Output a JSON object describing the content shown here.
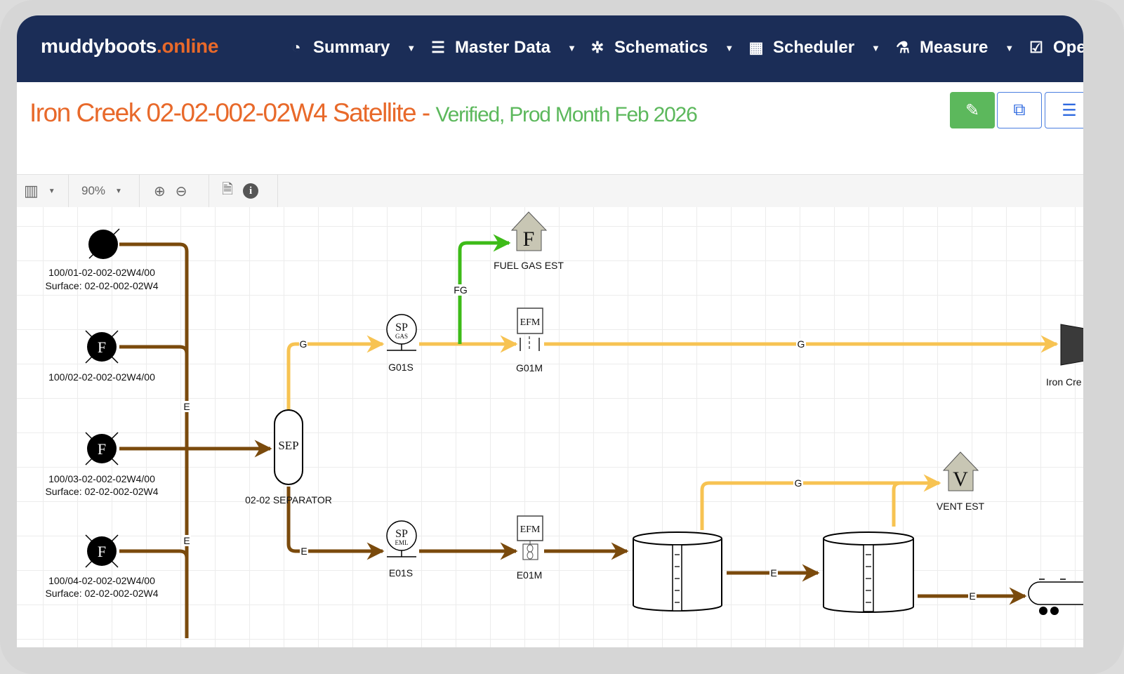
{
  "brand": {
    "name": "muddyboots",
    "suffix": ".online"
  },
  "nav": [
    {
      "label": "Summary",
      "icon": "dashboard-icon"
    },
    {
      "label": "Master Data",
      "icon": "database-icon"
    },
    {
      "label": "Schematics",
      "icon": "network-icon"
    },
    {
      "label": "Scheduler",
      "icon": "calendar-icon"
    },
    {
      "label": "Measure",
      "icon": "flask-icon"
    },
    {
      "label": "Ope",
      "icon": "checklist-icon"
    }
  ],
  "page": {
    "title": "Iron Creek 02-02-002-02W4 Satellite -",
    "status": "Verified, Prod Month Feb 2026"
  },
  "toolbar": {
    "zoom": "90%"
  },
  "colors": {
    "navy": "#1b2d57",
    "orange": "#e8692a",
    "green": "#5cb85c",
    "emulsion": "#7a4a0c",
    "gas": "#f7c352",
    "fuel_gas": "#3dbb18"
  },
  "diagram": {
    "wells": [
      {
        "name": "100/01-02-002-02W4/00",
        "surface": "Surface: 02-02-002-02W4"
      },
      {
        "name": "100/02-02-002-02W4/00",
        "symbol": "F"
      },
      {
        "name": "100/03-02-002-02W4/00",
        "surface": "Surface: 02-02-002-02W4",
        "symbol": "F"
      },
      {
        "name": "100/04-02-002-02W4/00",
        "surface": "Surface: 02-02-002-02W4",
        "symbol": "F"
      }
    ],
    "separator": {
      "symbol": "SEP",
      "label": "02-02 SEPARATOR"
    },
    "gas_sample": {
      "symbol": "SP",
      "sub": "GAS",
      "label": "G01S"
    },
    "emulsion_sample": {
      "symbol": "SP",
      "sub": "EML",
      "label": "E01S"
    },
    "gas_meter": {
      "symbol": "EFM",
      "label": "G01M"
    },
    "emulsion_meter": {
      "symbol": "EFM",
      "label": "E01M"
    },
    "fuel_gas": {
      "symbol": "F",
      "label": "FUEL GAS EST"
    },
    "vent": {
      "symbol": "V",
      "label": "VENT EST"
    },
    "sales": {
      "label": "Iron Cre"
    },
    "stream_labels": {
      "e": "E",
      "g": "G",
      "fg": "FG"
    }
  }
}
